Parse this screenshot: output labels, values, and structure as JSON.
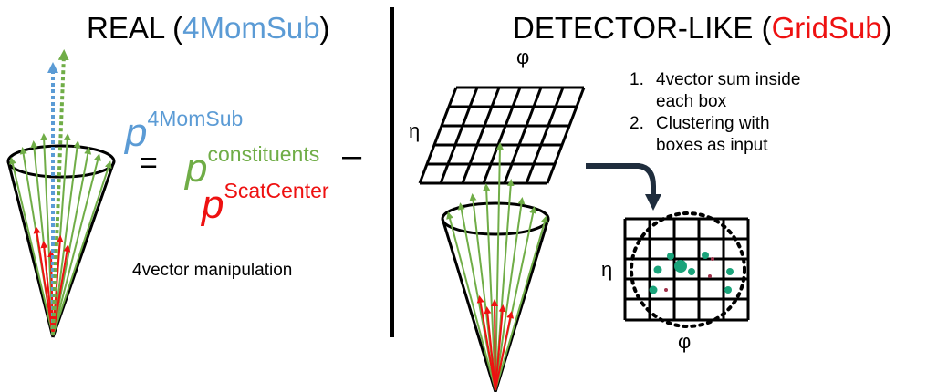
{
  "left": {
    "title_prefix": "REAL (",
    "title_method": "4MomSub",
    "title_suffix": ")",
    "eq": {
      "p_sym": "p",
      "p_sup": "4MomSub",
      "equals": "=",
      "constituents_sup": "constituents",
      "minus": "–",
      "scat_sup": "ScatCenter"
    },
    "note": "4vector manipulation"
  },
  "right": {
    "title_prefix": "DETECTOR-LIKE (",
    "title_method": "GridSub",
    "title_suffix": ")",
    "grid_top_phi": "φ",
    "grid_top_eta": "η",
    "steps": [
      {
        "num": "1.",
        "text": "4vector sum inside each box"
      },
      {
        "num": "2.",
        "text": "Clustering with boxes as input"
      }
    ],
    "grid_bottom_eta": "η",
    "grid_bottom_phi": "φ"
  },
  "colors": {
    "blue": "#5b9bd5",
    "green": "#70ad47",
    "red": "#ee1111",
    "teal": "#1aa37a",
    "maroon": "#a0304a"
  }
}
